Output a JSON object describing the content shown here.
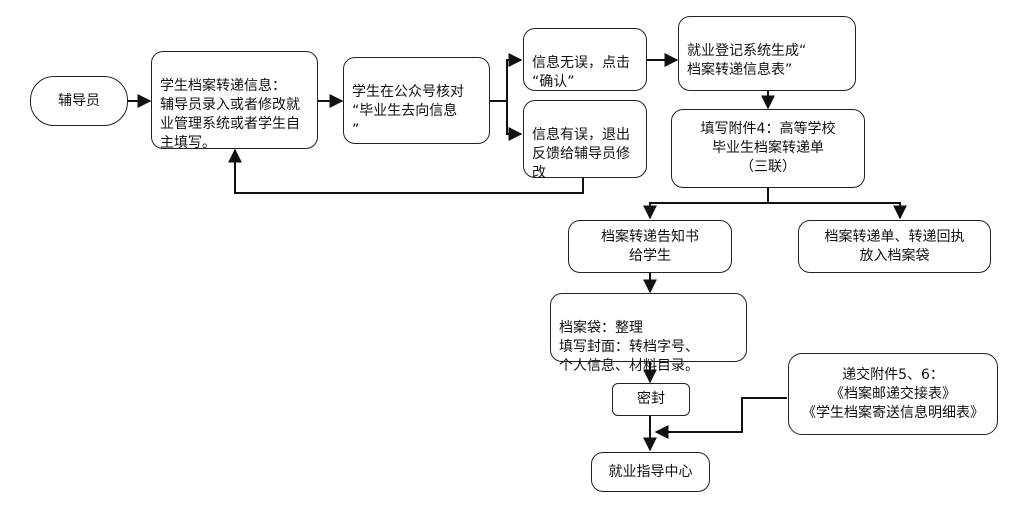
{
  "nodes": {
    "counselor": "辅导员",
    "archive_info": "学生档案转递信息：\n辅导员录入或者修改就业管理系统或者学生自主填写。",
    "verify": "学生在公众号核对\n“毕业生去向信息\n”",
    "correct": "信息无误，点击\n“确认”",
    "wrong": "信息有误，退出反馈给辅导员修改",
    "generate": "就业登记系统生成“\n档案转递信息表”",
    "fill_form": "填写附件4：高等学校\n毕业生档案转递单\n（三联）",
    "notice": "档案转递告知书\n给学生",
    "bag_insert": "档案转递单、转递回执\n放入档案袋",
    "bag_organize": "档案袋：整理\n填写封面：转档字号、\n个人信息、材料目录。",
    "seal": "密封",
    "center": "就业指导中心",
    "attachments": "递交附件5、6：\n《档案邮递交接表》\n《学生档案寄送信息明细表》"
  }
}
